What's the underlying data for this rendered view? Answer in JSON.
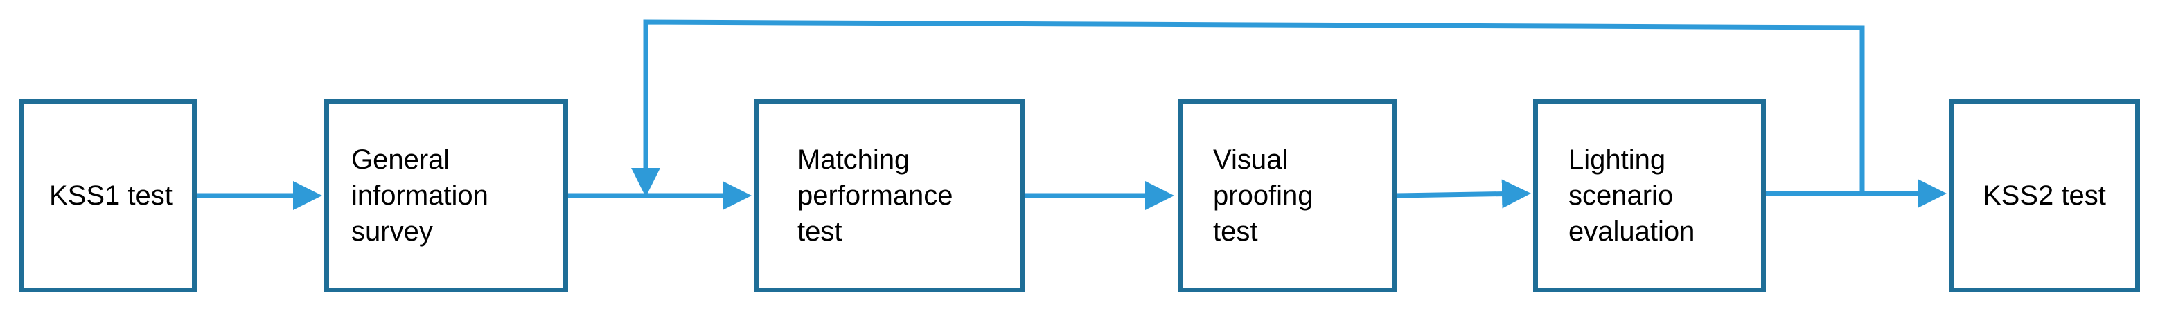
{
  "colors": {
    "box_border": "#1f6e97",
    "arrow": "#2e9ad8",
    "text": "#000000",
    "background": "#ffffff"
  },
  "boxes": [
    {
      "id": "kss1",
      "label": "KSS1 test"
    },
    {
      "id": "survey",
      "label": "General\ninformation\nsurvey"
    },
    {
      "id": "matching",
      "label": "Matching\nperformance\ntest"
    },
    {
      "id": "visual",
      "label": "Visual\nproofing\ntest"
    },
    {
      "id": "lighting",
      "label": "Lighting\nscenario\nevaluation"
    },
    {
      "id": "kss2",
      "label": "KSS2 test"
    }
  ]
}
